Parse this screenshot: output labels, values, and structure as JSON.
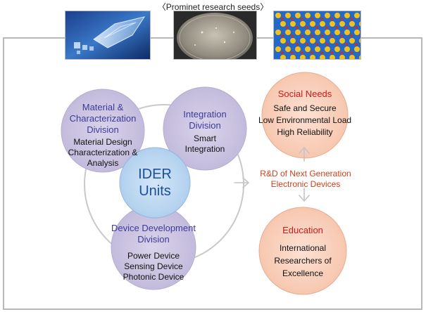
{
  "header": {
    "title": "〈Prominet research seeds〉"
  },
  "photos": [
    {
      "name": "crystal-photo"
    },
    {
      "name": "wafer-photo"
    },
    {
      "name": "lattice-photo"
    }
  ],
  "divisions": {
    "material": {
      "title_lines": [
        "Material &",
        "Characterization",
        "Division"
      ],
      "items": [
        "Material Design",
        "Characterization &",
        "Analysis"
      ]
    },
    "integration": {
      "title_lines": [
        "Integration",
        "Division"
      ],
      "items": [
        "Smart",
        "Integration"
      ]
    },
    "device": {
      "title_lines": [
        "Device Development",
        "Division"
      ],
      "items": [
        "Power Device",
        "Sensing Device",
        "Photonic Device"
      ]
    },
    "center": {
      "lines": [
        "IDER",
        "Units"
      ]
    }
  },
  "rd": {
    "lines": [
      "R&D of Next Generation",
      "Electronic Devices"
    ]
  },
  "social_needs": {
    "title": "Social Needs",
    "items": [
      "Safe and Secure",
      "Low Environmental Load",
      "High Reliability"
    ]
  },
  "education": {
    "title": "Education",
    "items": [
      "International",
      "Researchers of",
      "Excellence"
    ]
  },
  "colors": {
    "division_fill": "#cbc3df",
    "center_fill": "#bcd6ef",
    "peach_fill": "#f8cfbb",
    "accent_red": "#d01818",
    "division_text": "#3c3a99",
    "arrow_gray": "#c4c4c4"
  }
}
